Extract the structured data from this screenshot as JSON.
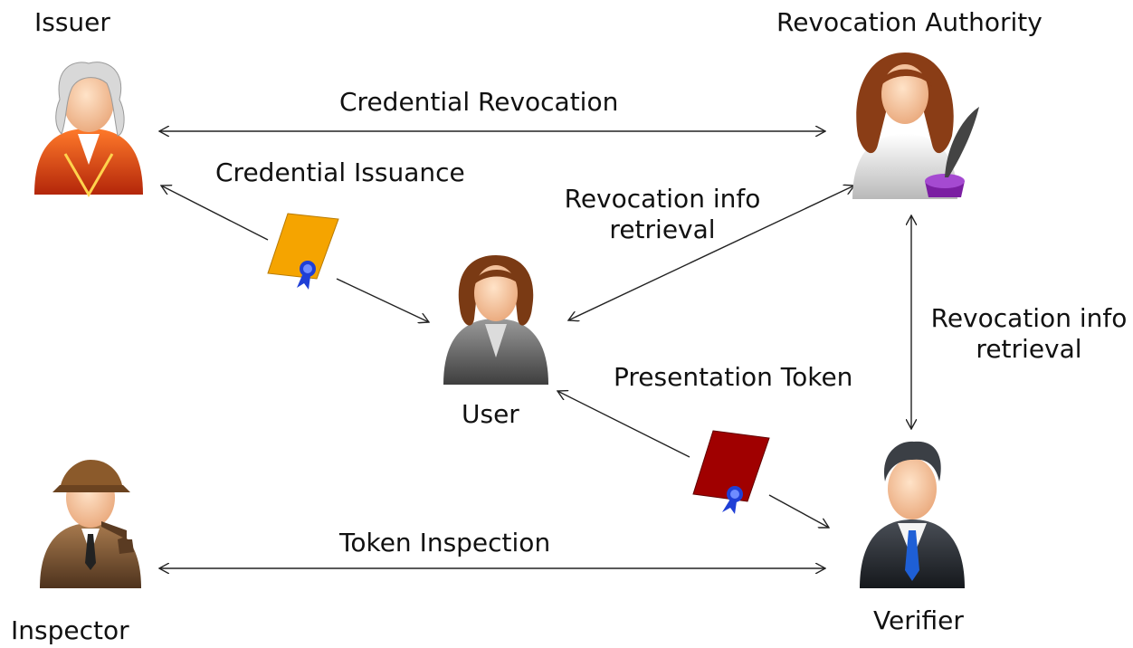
{
  "actors": {
    "issuer": "Issuer",
    "revocation_authority": "Revocation Authority",
    "user": "User",
    "verifier": "Verifier",
    "inspector": "Inspector"
  },
  "edges": {
    "credential_revocation": "Credential Revocation",
    "credential_issuance": "Credential Issuance",
    "revocation_info_user": [
      "Revocation info",
      "retrieval"
    ],
    "revocation_info_verifier": [
      "Revocation info",
      "retrieval"
    ],
    "presentation_token": "Presentation Token",
    "token_inspection": "Token Inspection"
  },
  "colors": {
    "credential_card": "#f5a400",
    "token_card": "#a00000",
    "ribbon": "#1f3fd6",
    "arrow": "#222222"
  }
}
